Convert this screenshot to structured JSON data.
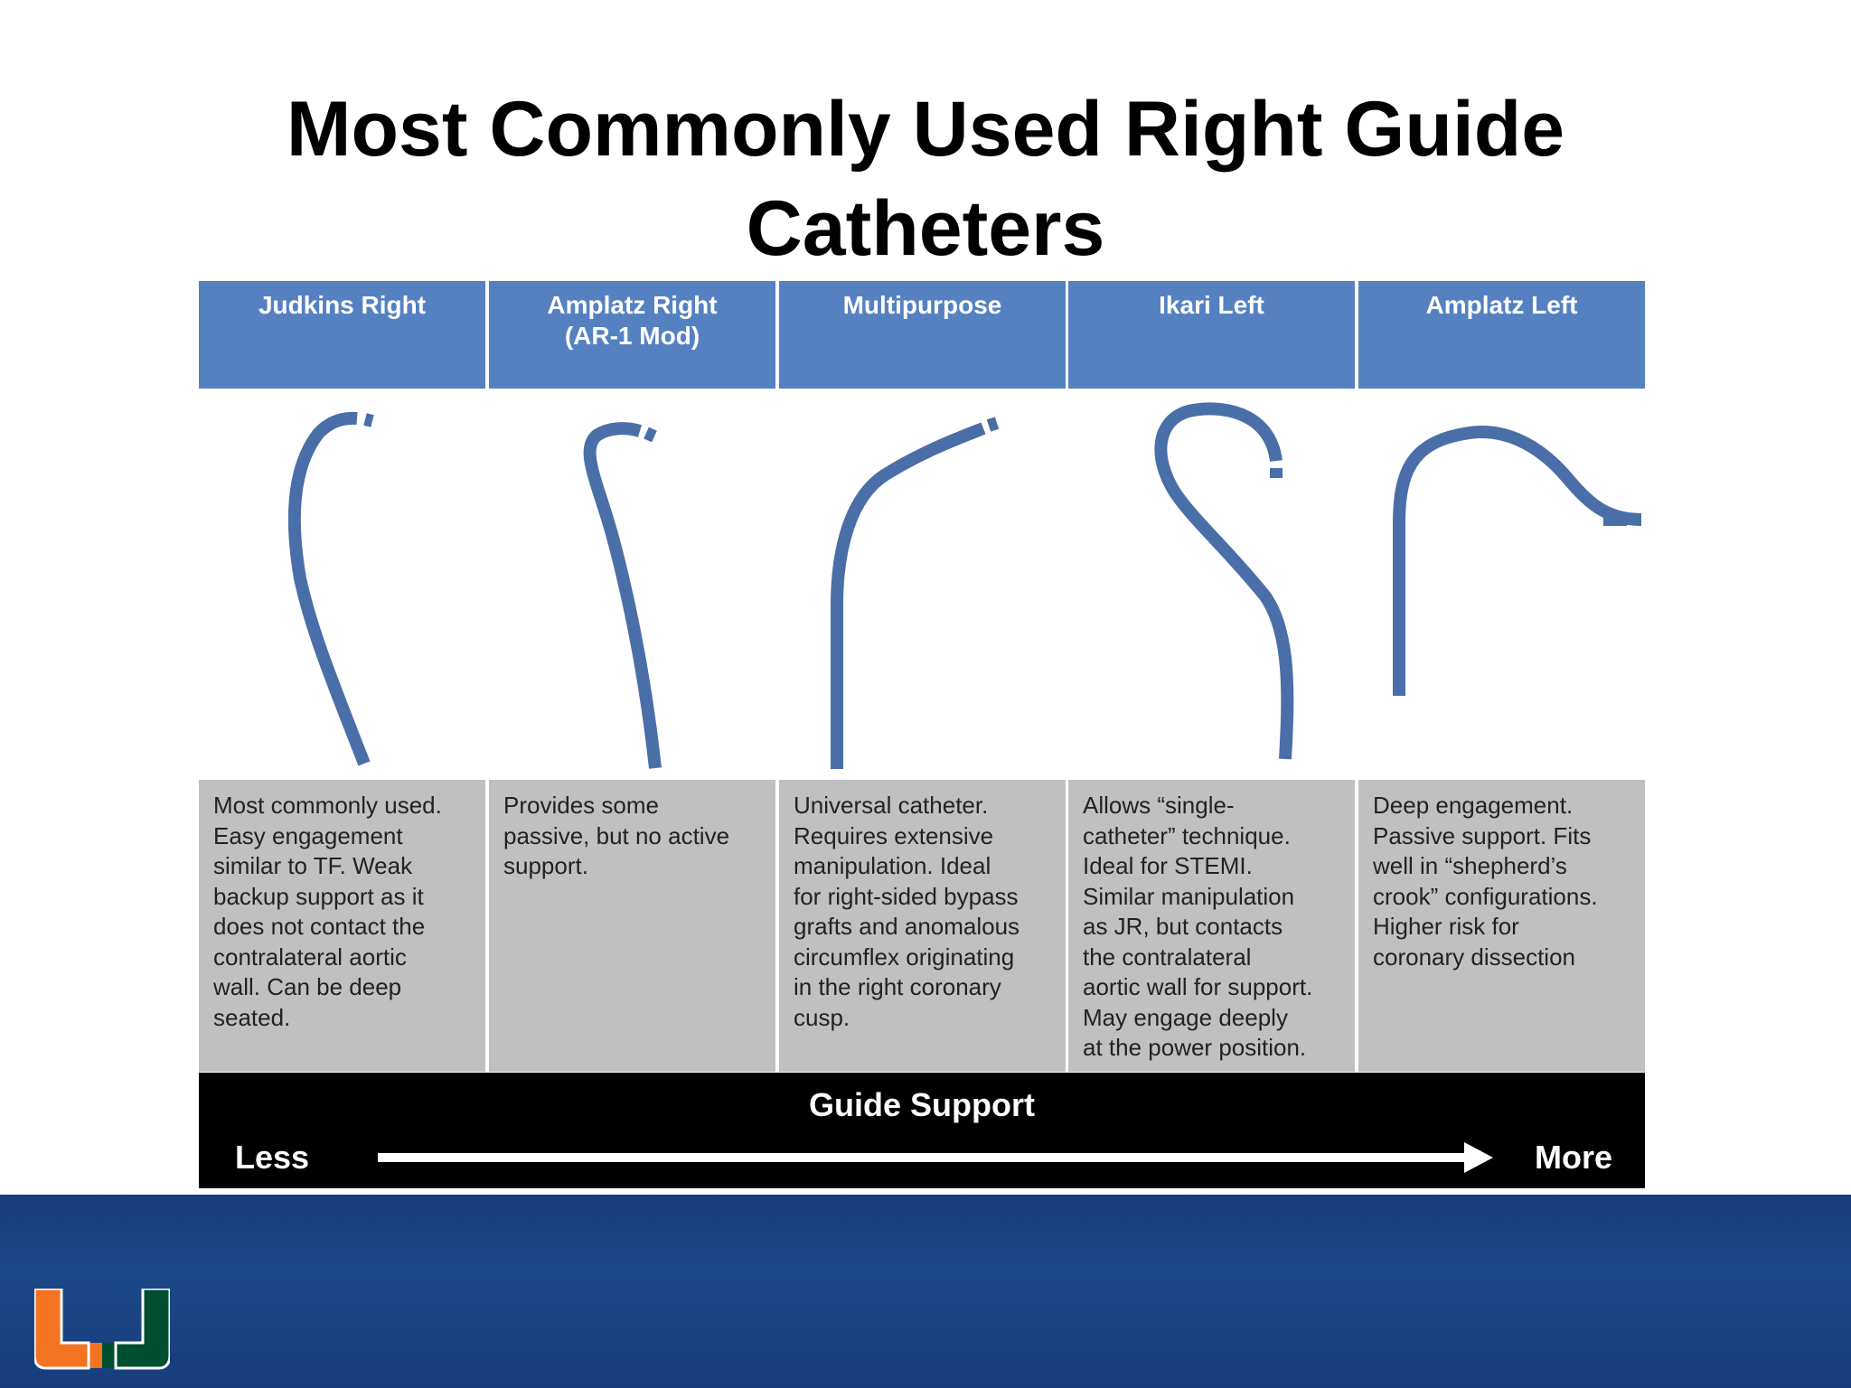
{
  "slide": {
    "title_lines": [
      "Most Commonly Used Right Guide",
      "Catheters"
    ]
  },
  "columns": [
    {
      "header": [
        "Judkins Right"
      ],
      "description": [
        "Most commonly used.",
        "Easy engagement",
        "similar to TF. Weak",
        "backup support as it",
        "does not contact the",
        "contralateral aortic",
        "wall. Can be deep",
        "seated."
      ]
    },
    {
      "header": [
        "Amplatz Right",
        "(AR-1 Mod)"
      ],
      "description": [
        "Provides some",
        "passive, but no active",
        "support."
      ]
    },
    {
      "header": [
        "Multipurpose"
      ],
      "description": [
        "Universal catheter.",
        "Requires extensive",
        "manipulation. Ideal",
        "for right-sided bypass",
        "grafts and anomalous",
        "circumflex originating",
        "in the right coronary",
        "cusp."
      ]
    },
    {
      "header": [
        "Ikari Left"
      ],
      "description": [
        "Allows “single-",
        "catheter” technique.",
        "Ideal for STEMI.",
        "Similar manipulation",
        "as JR, but contacts",
        "the contralateral",
        "aortic wall for support.",
        "May engage deeply",
        "at the power position."
      ]
    },
    {
      "header": [
        "Amplatz Left"
      ],
      "description": [
        "Deep engagement.",
        "Passive support. Fits",
        "well in “shepherd’s",
        "crook” configurations.",
        "Higher risk for",
        "coronary dissection"
      ]
    }
  ],
  "support_scale": {
    "title": "Guide Support",
    "low_label": "Less",
    "high_label": "More"
  },
  "colors": {
    "header_bg": "#5581c1",
    "catheter": "#4a6fa8",
    "description_bg": "#c0c0c0",
    "footer_bg": "#173d7c",
    "logo_orange": "#f47321",
    "logo_green": "#005030"
  },
  "icons": {
    "logo": "university-of-miami-u-logo"
  }
}
